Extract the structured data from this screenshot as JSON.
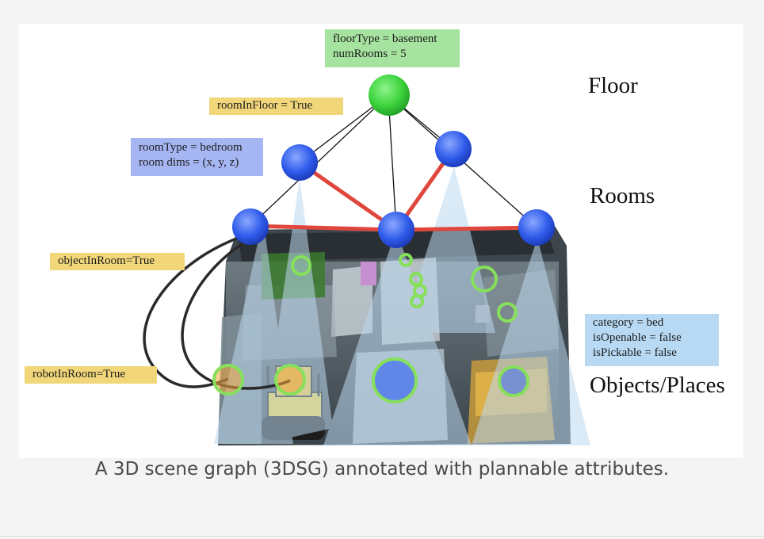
{
  "levels": {
    "floor": "Floor",
    "rooms": "Rooms",
    "objects": "Objects/Places"
  },
  "annotations": {
    "floor_attrs": [
      "floorType = basement",
      "numRooms = 5"
    ],
    "room_in_floor": "roomInFloor = True",
    "room_attrs": [
      "roomType = bedroom",
      "room dims = (x, y, z)"
    ],
    "object_in_room": "objectInRoom=True",
    "robot_in_room": "robotInRoom=True",
    "object_attrs": [
      "category = bed",
      "isOpenable = false",
      "isPickable = false"
    ]
  },
  "caption": "A 3D scene graph (3DSG) annotated with plannable attributes.",
  "colors": {
    "floor_node": "#3cd23c",
    "room_node": "#2f5bea",
    "object_ring": "#86e05a",
    "room_edge": "#e0473c",
    "label_green": "#a6e3a0",
    "label_blue": "#a6b6f3",
    "label_yellow": "#f1d77a",
    "label_lightblue": "#b8d9f3"
  }
}
